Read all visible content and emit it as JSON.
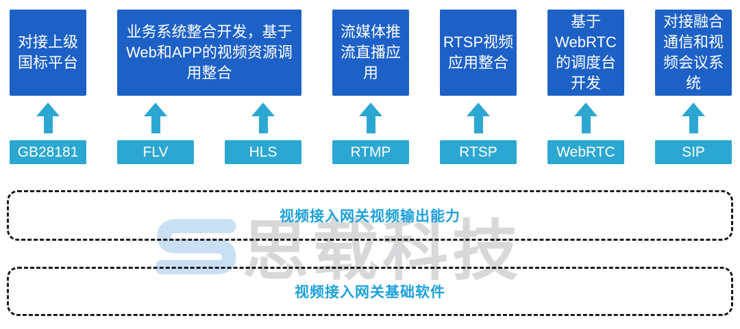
{
  "watermark": {
    "logo": "s-logo",
    "text": "思载科技"
  },
  "capability_boxes": [
    {
      "lines": [
        "对接上级",
        "国标平台"
      ]
    },
    {
      "lines": [
        "业务系统整合开发，基于",
        "Web和APP的视频资源调",
        "用整合"
      ]
    },
    {
      "lines": [
        "流媒体推",
        "流直播应",
        "用"
      ]
    },
    {
      "lines": [
        "RTSP视频",
        "应用整合"
      ]
    },
    {
      "lines": [
        "基于",
        "WebRTC",
        "的调度台",
        "开发"
      ]
    },
    {
      "lines": [
        "对接融合",
        "通信和视",
        "频会议系",
        "统"
      ]
    }
  ],
  "protocols": [
    "GB28181",
    "FLV",
    "HLS",
    "RTMP",
    "RTSP",
    "WebRTC",
    "SIP"
  ],
  "layers": [
    {
      "label": "视频接入网关视频输出能力"
    },
    {
      "label": "视频接入网关基础软件"
    }
  ],
  "colors": {
    "capability_box": "#1D61C7",
    "protocol_box": "#2CA7D2",
    "arrow": "#2CA7D2",
    "layer_label": "#1CA0DC",
    "dash_border": "#1A1A1A",
    "watermark_text": "#D8D8DB",
    "watermark_logo": "#C9DFF3"
  }
}
